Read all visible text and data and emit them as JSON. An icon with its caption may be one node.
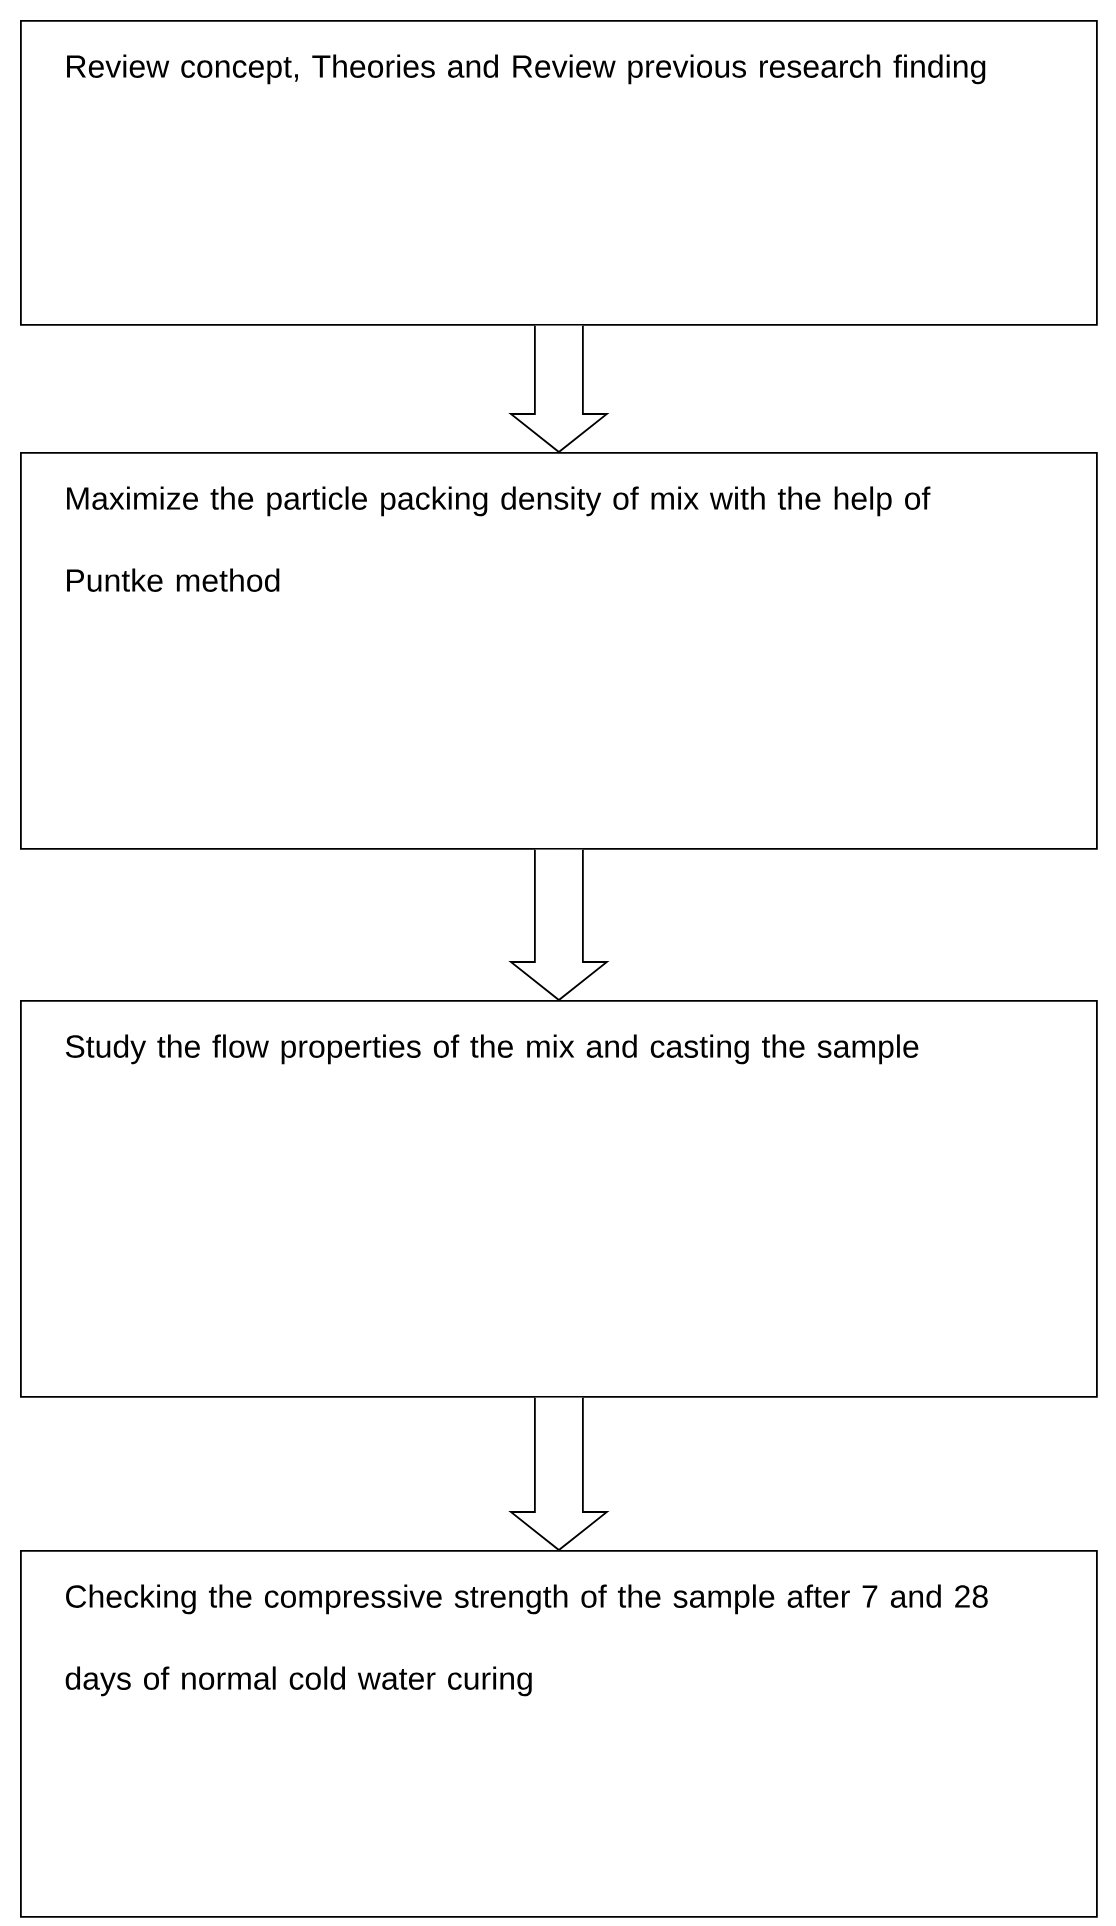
{
  "diagram": {
    "nodes": [
      {
        "text": [
          "Review concept, Theories and Review previous research finding"
        ]
      },
      {
        "text": [
          "Maximize the particle packing density of mix with the help of Puntke method"
        ]
      },
      {
        "text": [
          "Study the flow properties of the mix and casting the sample"
        ]
      },
      {
        "text": [
          "Checking the compressive strength of the sample after 7 and 28 days of normal cold water curing"
        ]
      }
    ],
    "edges": [
      {
        "from": 0,
        "to": 1,
        "arrow": "to"
      },
      {
        "from": 1,
        "to": 2,
        "arrow": "to"
      },
      {
        "from": 2,
        "to": 3,
        "arrow": "to"
      }
    ]
  }
}
